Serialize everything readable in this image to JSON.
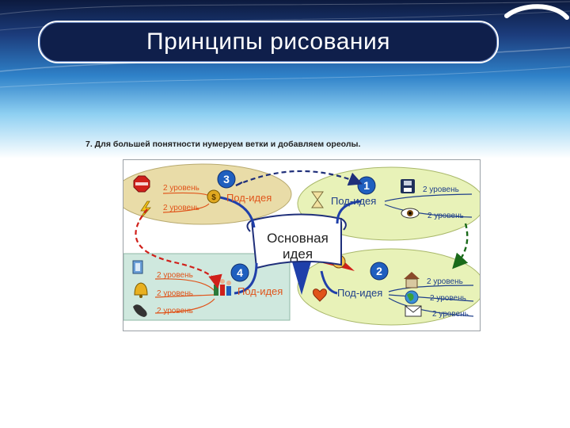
{
  "slide": {
    "title": "Принципы рисования",
    "caption": "7. Для большей понятности нумеруем ветки и добавляем ореолы."
  },
  "diagram": {
    "center": {
      "line1": "Основная",
      "line2": "идея"
    },
    "branches": [
      {
        "number": "3",
        "title": "Под-идея",
        "level_labels": [
          "2 уровень",
          "2 уровень"
        ],
        "halo_color": "#e9dca8",
        "label_color": "#e0541a"
      },
      {
        "number": "1",
        "title": "Под-идея",
        "level_labels": [
          "2 уровень",
          "2 уровень"
        ],
        "halo_color": "#e8f2b8",
        "label_color": "#1f3f8a"
      },
      {
        "number": "4",
        "title": "Под-идея",
        "level_labels": [
          "2 уровень",
          "2 уровень",
          "2 уровень"
        ],
        "halo_color": "#cfe8de",
        "label_color": "#e0541a"
      },
      {
        "number": "2",
        "title": "Под-идея",
        "level_labels": [
          "2 уровень",
          "2 уровень",
          "2 уровень"
        ],
        "halo_color": "#e8f2b8",
        "label_color": "#1f3f8a"
      }
    ],
    "icons": [
      "stop-sign-icon",
      "lightning-icon",
      "money-bag-icon",
      "hourglass-icon",
      "floppy-disk-icon",
      "eye-icon",
      "book-icon",
      "bell-icon",
      "telephone-icon",
      "people-icon",
      "heart-icon",
      "house-icon",
      "globe-icon",
      "envelope-icon",
      "person-icon"
    ],
    "arrow_colors": {
      "top": "#1f2f7a",
      "left": "#d0201a",
      "right": "#1a6a1a"
    }
  }
}
